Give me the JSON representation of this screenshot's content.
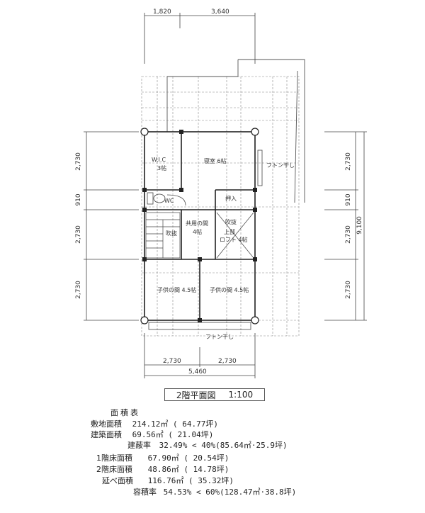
{
  "dimensions": {
    "top": [
      "1,820",
      "3,640"
    ],
    "left": [
      "2,730",
      "910",
      "2,730",
      "2,730"
    ],
    "right": [
      "2,730",
      "910",
      "2,730",
      "2,730"
    ],
    "right_total": "9,100",
    "bottom": [
      "2,730",
      "2,730"
    ],
    "bottom_total": "5,460"
  },
  "rooms": {
    "wic": "W.I.C",
    "wic_size": "3帖",
    "master": "寝室 6帖",
    "wc": "WC",
    "storage": "押入",
    "hall": "共用の間",
    "hall_size": "4帖",
    "void": "吹抜",
    "open": "吹抜",
    "loft": "上部",
    "loft2": "ロフト 4帖",
    "child1": "子供の間 4.5帖",
    "child2": "子供の間 4.5帖"
  },
  "notes": {
    "futon1": "フトン干し",
    "futon2": "フトン干し"
  },
  "plan_title": "2階平面図",
  "plan_scale": "1:100",
  "area_table": {
    "title": "面積表",
    "rows": [
      {
        "label": "敷地面積",
        "value": "214.12㎡ ( 64.77坪)"
      },
      {
        "label": "建築面積",
        "value": "69.56㎡ ( 21.04坪)"
      },
      {
        "label": "建蔽率",
        "value": "32.49% < 40%(85.64㎡·25.9坪)"
      },
      {
        "label": "1階床面積",
        "value": "67.90㎡ ( 20.54坪)"
      },
      {
        "label": "2階床面積",
        "value": "48.86㎡ ( 14.78坪)"
      },
      {
        "label": "延べ面積",
        "value": "116.76㎡ ( 35.32坪)"
      },
      {
        "label": "容積率",
        "value": "54.53% < 60%(128.47㎡·38.8坪)"
      }
    ]
  }
}
